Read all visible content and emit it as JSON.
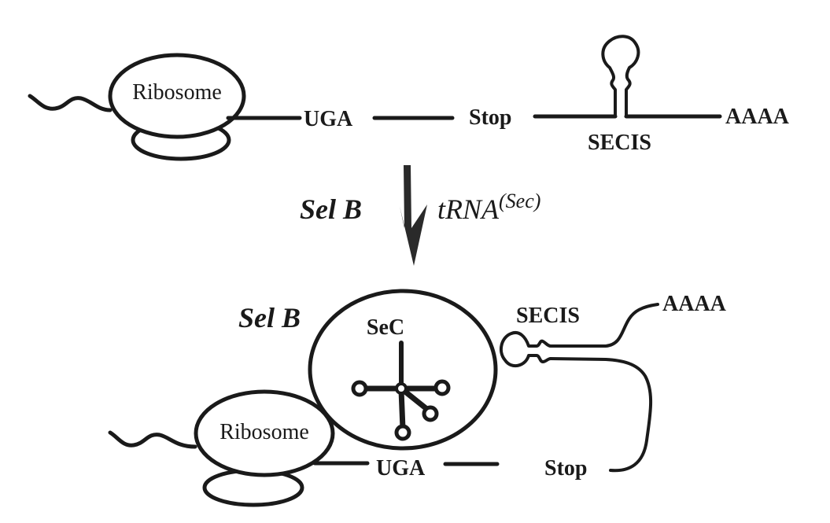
{
  "diagram": {
    "top": {
      "ribosome_label": "Ribosome",
      "codon": "UGA",
      "stop": "Stop",
      "secis": "SECIS",
      "polya": "AAAA"
    },
    "transition": {
      "factor": "Sel B",
      "trna_main": "tRNA",
      "trna_sup": "(Sec)"
    },
    "bottom": {
      "selb_label": "Sel B",
      "sec_label": "SeC",
      "ribosome_label": "Ribosome",
      "codon": "UGA",
      "stop": "Stop",
      "secis": "SECIS",
      "polya": "AAAA"
    }
  }
}
